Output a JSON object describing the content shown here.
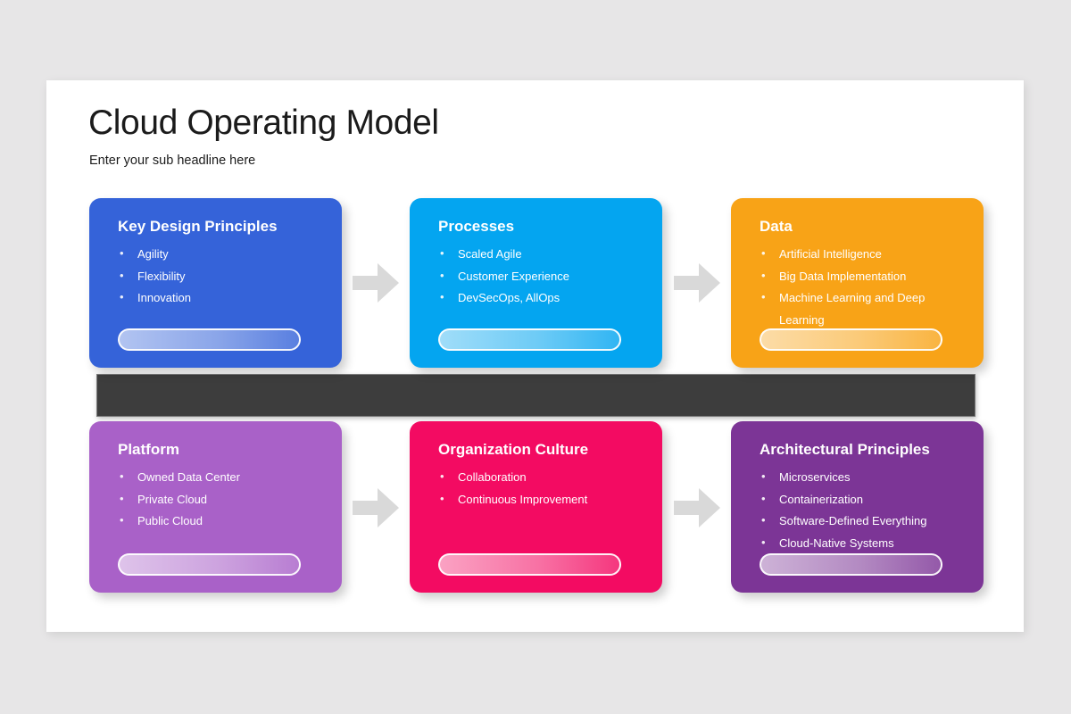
{
  "slide": {
    "title": "Cloud Operating Model",
    "subtitle": "Enter your sub headline here",
    "background_color": "#e7e6e7",
    "canvas_color": "#ffffff",
    "divider_bar_color": "#3d3d3d",
    "arrow_color": "#d9d9d9"
  },
  "rows": [
    {
      "cards": [
        {
          "title": "Key Design Principles",
          "color": "#3563d9",
          "bullets": [
            "Agility",
            "Flexibility",
            "Innovation"
          ]
        },
        {
          "title": "Processes",
          "color": "#04a5f0",
          "bullets": [
            "Scaled Agile",
            "Customer Experience",
            "DevSecOps, AllOps"
          ]
        },
        {
          "title": "Data",
          "color": "#f8a317",
          "bullets": [
            "Artificial Intelligence",
            "Big Data Implementation",
            "Machine Learning and Deep Learning"
          ]
        }
      ],
      "arrows": [
        "arrow-right-icon",
        "arrow-right-icon"
      ]
    },
    {
      "cards": [
        {
          "title": "Platform",
          "color": "#a961c8",
          "bullets": [
            "Owned Data Center",
            "Private Cloud",
            "Public Cloud"
          ]
        },
        {
          "title": "Organization Culture",
          "color": "#f30b62",
          "bullets": [
            "Collaboration",
            "Continuous Improvement"
          ]
        },
        {
          "title": "Architectural Principles",
          "color": "#7c3596",
          "bullets": [
            "Microservices",
            "Containerization",
            "Software-Defined Everything",
            "Cloud-Native Systems"
          ]
        }
      ],
      "arrows": [
        "arrow-right-icon",
        "arrow-right-icon"
      ]
    }
  ]
}
